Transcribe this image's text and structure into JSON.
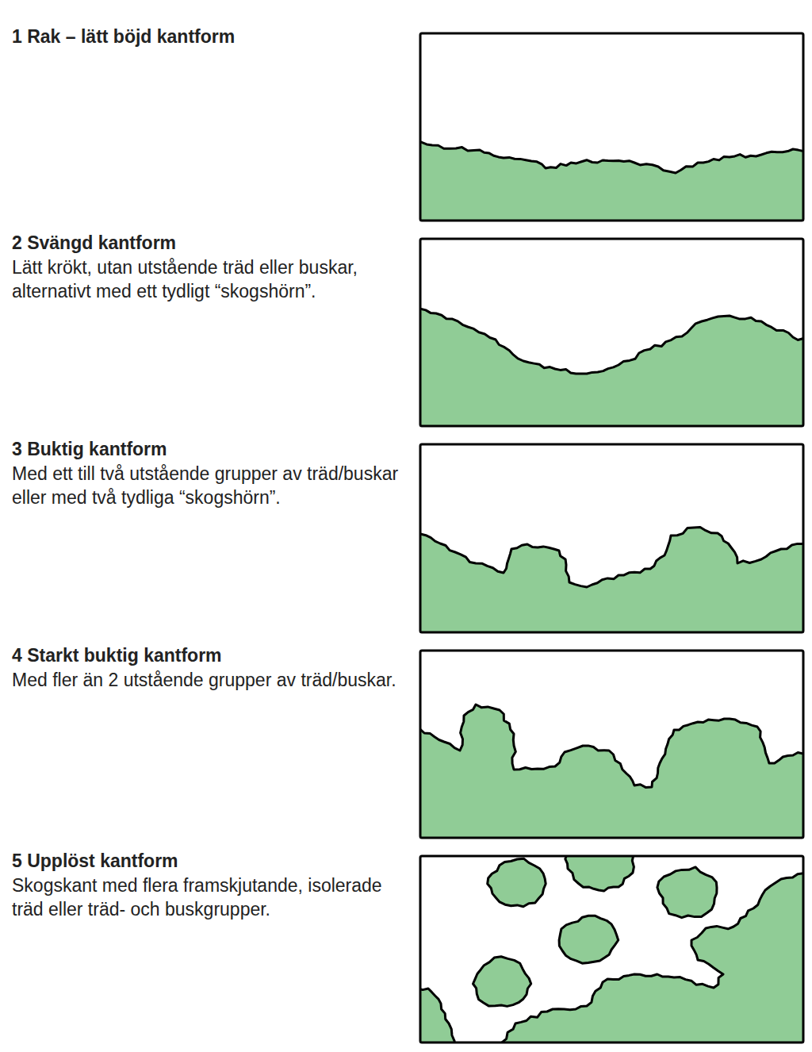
{
  "diagram": {
    "labels": [
      "1 Rak – lätt böjd kantform",
      "2 Svängd kantform",
      "Lätt krökt, utan utstående träd eller buskar, alternativt med ett tydligt “skogshörn”.",
      "3 Buktig kantform",
      "Med ett till två utstående grupper av träd/buskar eller med två tydliga “skogshörn”.",
      "4 Starkt buktig kantform",
      "Med fler än 2 utstående grupper av träd/buskar.",
      "5 Upplöst kantform",
      "Skogskant med flera framskjutande, isolerade träd eller träd- och buskgrupper."
    ]
  }
}
